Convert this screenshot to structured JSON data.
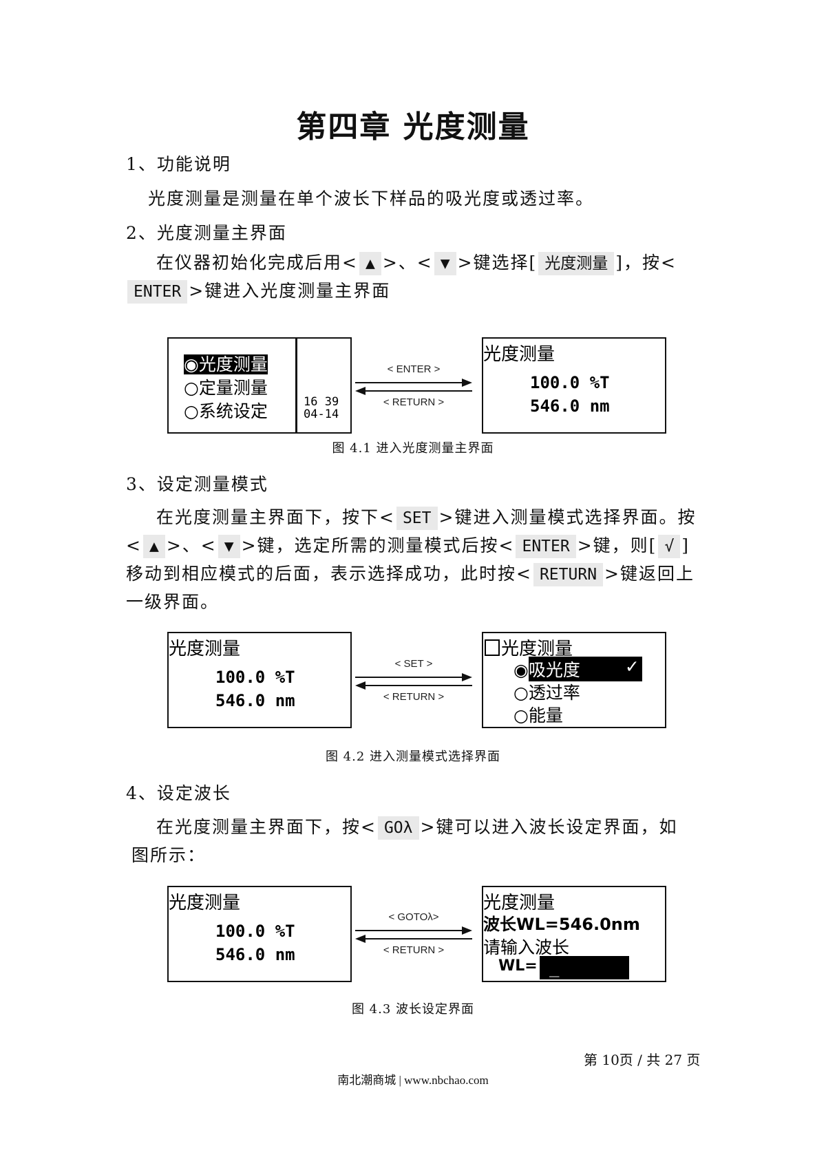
{
  "title": "第四章 光度测量",
  "sections": {
    "s1": {
      "heading": "1、功能说明",
      "text": "光度测量是测量在单个波长下样品的吸光度或透过率。"
    },
    "s2": {
      "heading": "2、光度测量主界面",
      "p1_a": "在仪器初始化完成后用<",
      "p1_key_up": "▲",
      "p1_b": ">、<",
      "p1_key_down": "▼",
      "p1_c": ">键选择[",
      "p1_key_mode": "光度测量",
      "p1_d": "]，按<",
      "p2_key_enter": "ENTER",
      "p2_a": ">键进入光度测量主界面"
    },
    "s3": {
      "heading": "3、设定测量模式",
      "p1_a": "在光度测量主界面下，按下<",
      "p1_key_set": "SET",
      "p1_b": ">键进入测量模式选择界面。按",
      "p2_a": "<",
      "p2_key_up": "▲",
      "p2_b": ">、<",
      "p2_key_down": "▼",
      "p2_c": ">键，选定所需的测量模式后按<",
      "p2_key_enter": "ENTER",
      "p2_d": ">键，则[",
      "p2_key_check": "√",
      "p2_e": "]",
      "p3_a": "移动到相应模式的后面，表示选择成功，此时按<",
      "p3_key_return": "RETURN",
      "p3_b": ">键返回上",
      "p4": "一级界面。"
    },
    "s4": {
      "heading": "4、设定波长",
      "p1_a": "在光度测量主界面下，按<",
      "p1_key_go": "GOλ",
      "p1_b": ">键可以进入波长设定界面，如",
      "p2": "图所示："
    }
  },
  "figures": {
    "fig1": {
      "caption": "图 4.1 进入光度测量主界面",
      "menu_items": [
        "◉光度测量",
        "○定量测量",
        "○系统设定"
      ],
      "time": "16 39",
      "date": "04-14",
      "arrow_forward": "< ENTER >",
      "arrow_back": "< RETURN >",
      "screen_title": "光度测量",
      "value1": "100.0 %T",
      "value2": "546.0 nm"
    },
    "fig2": {
      "caption": "图 4.2 进入测量模式选择界面",
      "screen_title": "光度测量",
      "value1": "100.0 %T",
      "value2": "546.0 nm",
      "arrow_forward": "< SET >",
      "arrow_back": "< RETURN >",
      "mode_title": "光度测量",
      "mode_options": [
        "吸光度",
        "透过率",
        "能量"
      ],
      "check": "✓"
    },
    "fig3": {
      "caption": "图 4.3  波长设定界面",
      "screen_title": "光度测量",
      "value1": "100.0 %T",
      "value2": "546.0 nm",
      "arrow_forward": "< GOTOλ>",
      "arrow_back": "< RETURN >",
      "wl_title": "光度测量",
      "wl_current": "波长WL=546.0nm",
      "wl_prompt": "请输入波长",
      "wl_input_label": "WL=",
      "wl_cursor": "_"
    }
  },
  "footer": {
    "page": "第 10页 / 共 27 页",
    "site": "南北潮商城 | www.nbchao.com"
  }
}
